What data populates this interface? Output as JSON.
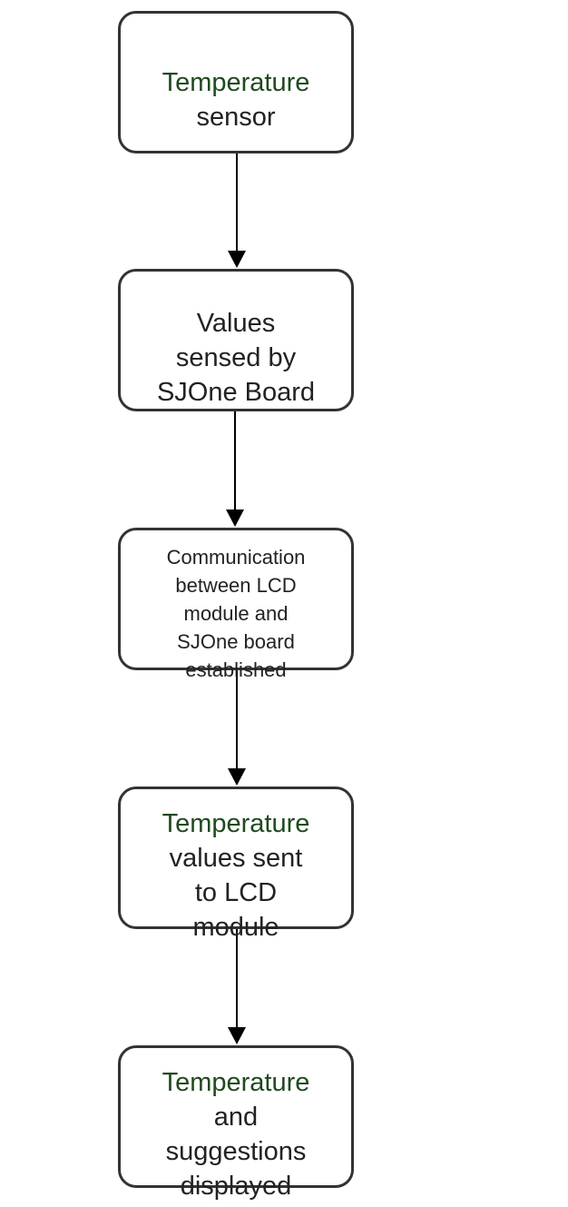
{
  "diagram": {
    "type": "flowchart",
    "direction": "top-to-bottom",
    "nodes": [
      {
        "id": "n1",
        "lines": [
          "Temperature",
          "sensor"
        ]
      },
      {
        "id": "n2",
        "lines": [
          "Values",
          "sensed by",
          "SJOne Board"
        ]
      },
      {
        "id": "n3",
        "lines": [
          "Communication",
          "between LCD",
          "module and",
          "SJOne board",
          "established"
        ]
      },
      {
        "id": "n4",
        "lines": [
          "Temperature",
          "values sent",
          "to LCD",
          "module"
        ]
      },
      {
        "id": "n5",
        "lines": [
          "Temperature",
          "and",
          "suggestions",
          "displayed"
        ]
      }
    ],
    "edges": [
      {
        "from": "n1",
        "to": "n2"
      },
      {
        "from": "n2",
        "to": "n3"
      },
      {
        "from": "n3",
        "to": "n4"
      },
      {
        "from": "n4",
        "to": "n5"
      }
    ],
    "colors": {
      "stroke": "#333333",
      "arrow": "#000000",
      "text": "#222222",
      "background": "#ffffff"
    }
  }
}
